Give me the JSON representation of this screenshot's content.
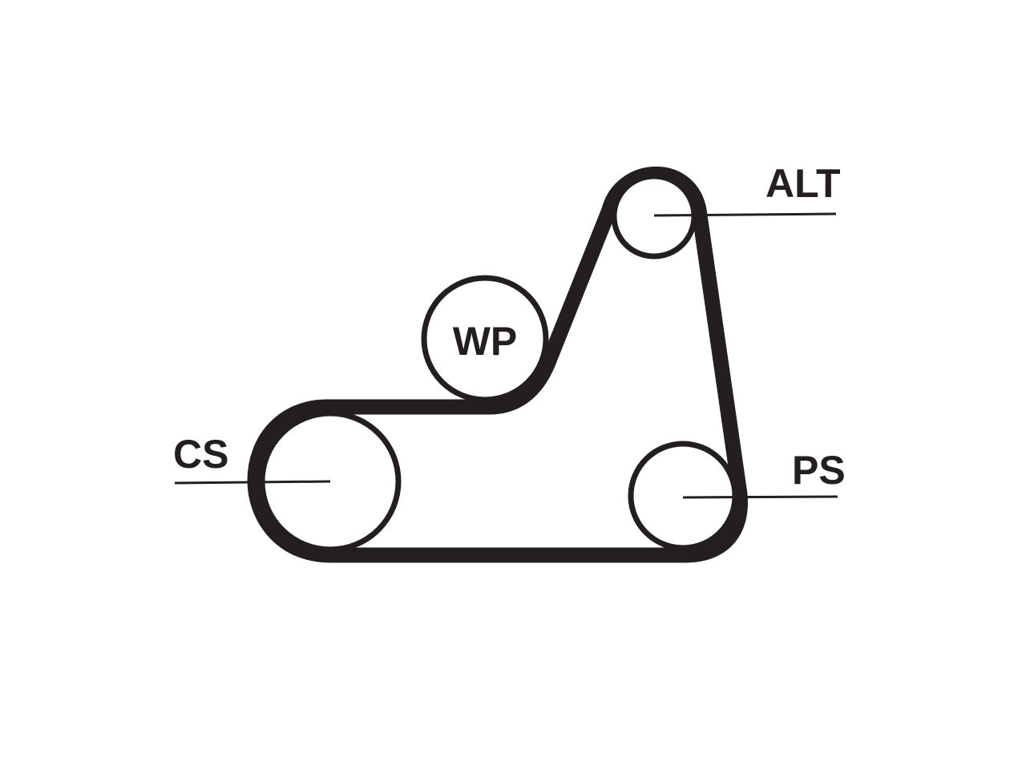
{
  "diagram": {
    "labels": {
      "alt": "ALT",
      "wp": "WP",
      "cs": "CS",
      "ps": "PS"
    },
    "colors": {
      "ink": "#231f20",
      "background": "#ffffff"
    }
  }
}
